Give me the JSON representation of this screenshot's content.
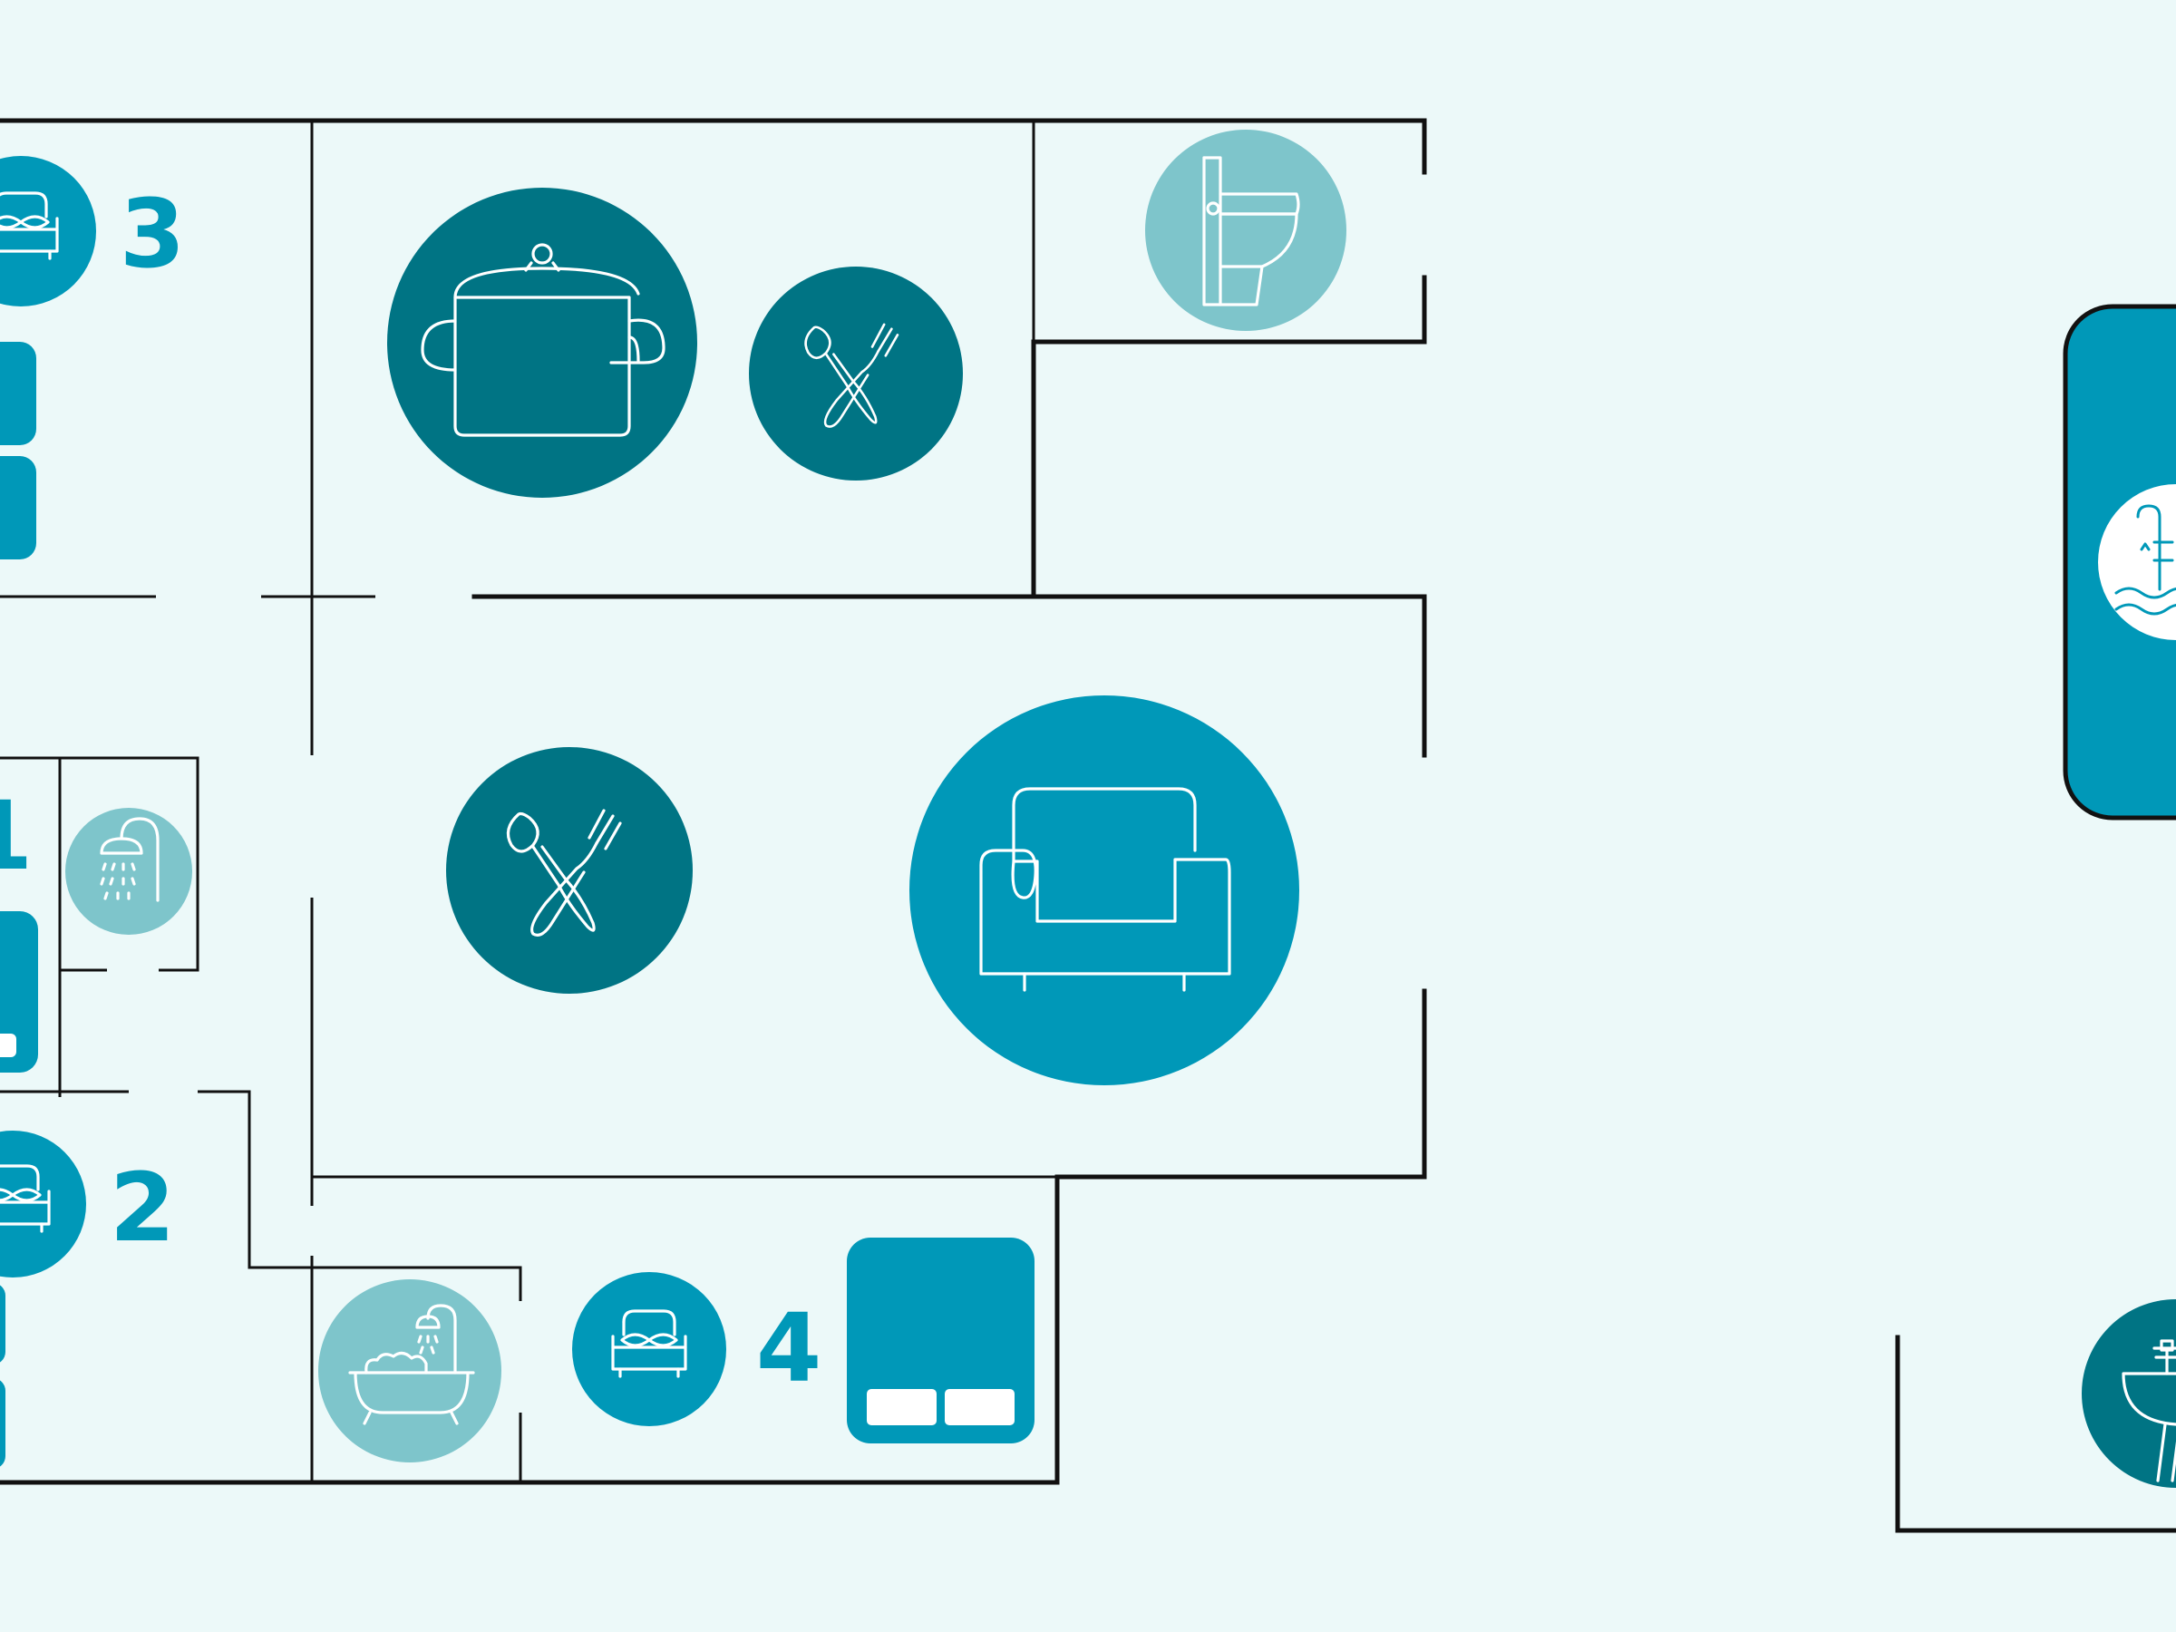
{
  "floorplan": {
    "rooms": [
      {
        "id": "bedroom-3",
        "number": "3"
      },
      {
        "id": "bedroom-1",
        "number": "1"
      },
      {
        "id": "bedroom-2",
        "number": "2"
      },
      {
        "id": "bedroom-4",
        "number": "4"
      }
    ],
    "icons": [
      "double-bed-icon",
      "cooking-pot-icon",
      "spoon-fork-icon",
      "toilet-icon",
      "shower-icon",
      "armchair-icon",
      "bathtub-icon",
      "pool-icon",
      "sink-icon"
    ]
  },
  "colors": {
    "background": "#ecf9f9",
    "primary_teal": "#0098b8",
    "dark_teal": "#007484",
    "light_teal": "#7ec5cb",
    "wall": "#111111"
  }
}
